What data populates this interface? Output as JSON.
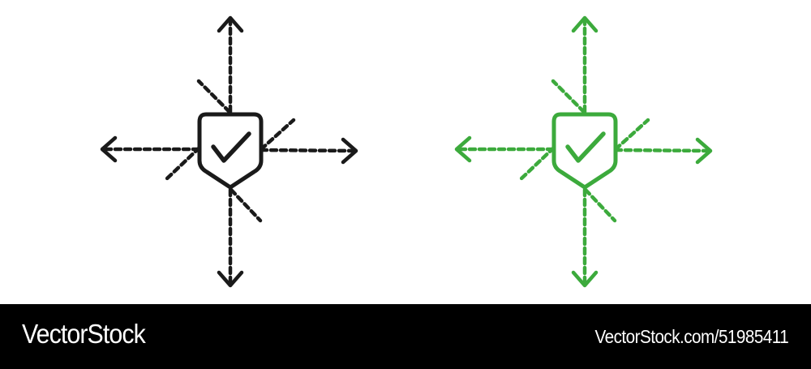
{
  "icons": [
    {
      "name": "shield-check-arrows-black",
      "color": "#1a1a1a",
      "variant": "black"
    },
    {
      "name": "shield-check-arrows-green",
      "color": "#3caa3c",
      "variant": "green"
    }
  ],
  "footer": {
    "brand": "VectorStock",
    "stock_id": "VectorStock.com/51985411",
    "background": "#000000",
    "text_color": "#ffffff"
  }
}
